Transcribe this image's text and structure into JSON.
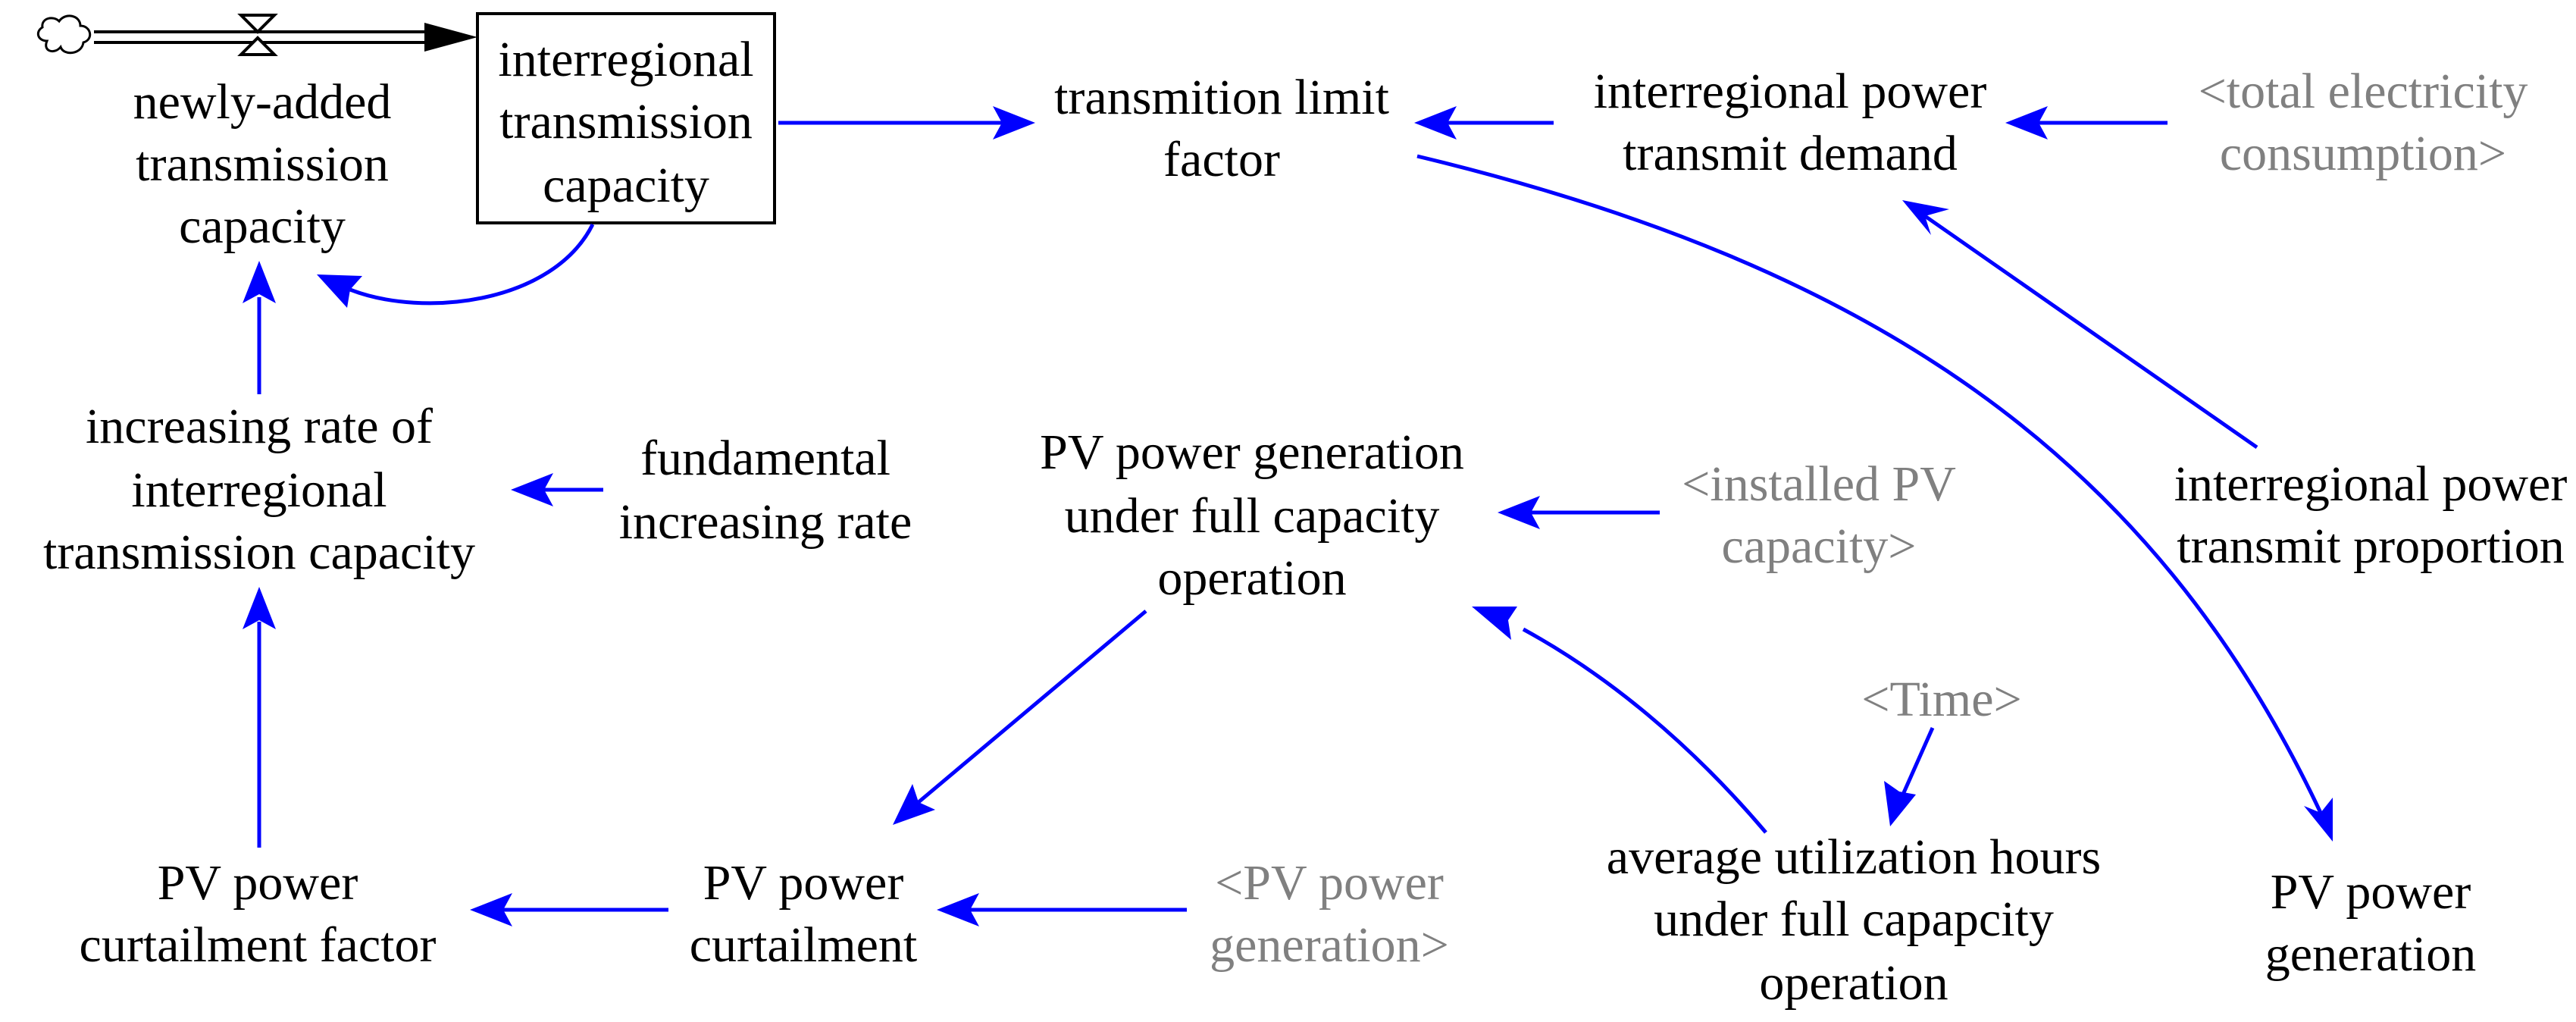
{
  "nodes": {
    "newly_added": {
      "lines": [
        "newly-added",
        "transmission",
        "capacity"
      ]
    },
    "interregional_capacity": {
      "lines": [
        "interregional",
        "transmission",
        "capacity"
      ]
    },
    "transmition_limit": {
      "lines": [
        "transmition limit",
        "factor"
      ]
    },
    "transmit_demand": {
      "lines": [
        "interregional power",
        "transmit demand"
      ]
    },
    "total_consumption": {
      "lines": [
        "<total electricity",
        "consumption>"
      ]
    },
    "increasing_rate": {
      "lines": [
        "increasing rate of",
        "interregional",
        "transmission capacity"
      ]
    },
    "fundamental_rate": {
      "lines": [
        "fundamental",
        "increasing rate"
      ]
    },
    "pv_full_capacity": {
      "lines": [
        "PV power generation",
        "under full capacity",
        "operation"
      ]
    },
    "installed_pv": {
      "lines": [
        "<installed PV",
        "capacity>"
      ]
    },
    "transmit_proportion": {
      "lines": [
        "interregional power",
        "transmit proportion"
      ]
    },
    "time": {
      "lines": [
        "<Time>"
      ]
    },
    "avg_utilization": {
      "lines": [
        "average utilization hours",
        "under full capapcity",
        "operation"
      ]
    },
    "curtailment_factor": {
      "lines": [
        "PV power",
        "curtailment factor"
      ]
    },
    "pv_curtailment": {
      "lines": [
        "PV power",
        "curtailment"
      ]
    },
    "pv_generation_shadow": {
      "lines": [
        "<PV power",
        "generation>"
      ]
    },
    "pv_generation": {
      "lines": [
        "PV power",
        "generation"
      ]
    }
  },
  "colors": {
    "link": "#0000ff",
    "shadow_text": "#808080",
    "variable_text": "#000000"
  }
}
